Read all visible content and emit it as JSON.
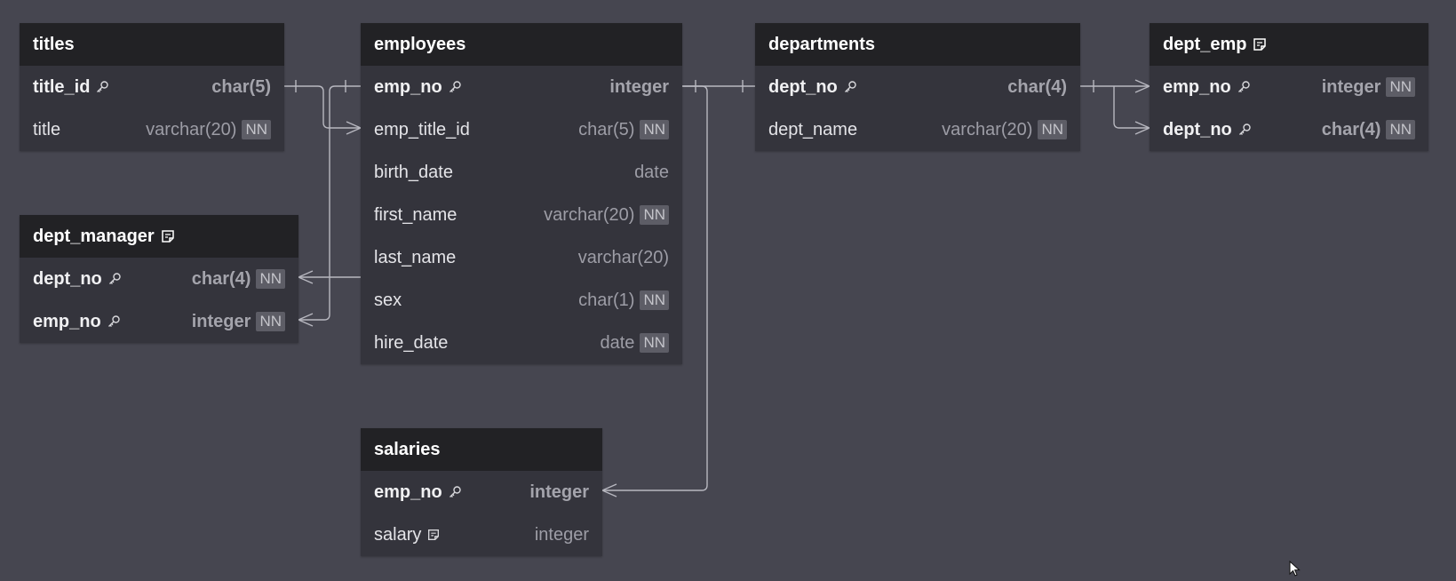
{
  "tables": {
    "titles": {
      "name": "titles",
      "columns": [
        {
          "name": "title_id",
          "type": "char(5)",
          "pk": true,
          "nn": ""
        },
        {
          "name": "title",
          "type": "varchar(20)",
          "pk": false,
          "nn": "NN"
        }
      ]
    },
    "dept_manager": {
      "name": "dept_manager",
      "columns": [
        {
          "name": "dept_no",
          "type": "char(4)",
          "pk": true,
          "nn": "NN"
        },
        {
          "name": "emp_no",
          "type": "integer",
          "pk": true,
          "nn": "NN"
        }
      ]
    },
    "employees": {
      "name": "employees",
      "columns": [
        {
          "name": "emp_no",
          "type": "integer",
          "pk": true,
          "nn": ""
        },
        {
          "name": "emp_title_id",
          "type": "char(5)",
          "pk": false,
          "nn": "NN"
        },
        {
          "name": "birth_date",
          "type": "date",
          "pk": false,
          "nn": ""
        },
        {
          "name": "first_name",
          "type": "varchar(20)",
          "pk": false,
          "nn": "NN"
        },
        {
          "name": "last_name",
          "type": "varchar(20)",
          "pk": false,
          "nn": ""
        },
        {
          "name": "sex",
          "type": "char(1)",
          "pk": false,
          "nn": "NN"
        },
        {
          "name": "hire_date",
          "type": "date",
          "pk": false,
          "nn": "NN"
        }
      ]
    },
    "salaries": {
      "name": "salaries",
      "columns": [
        {
          "name": "emp_no",
          "type": "integer",
          "pk": true,
          "nn": ""
        },
        {
          "name": "salary",
          "type": "integer",
          "pk": false,
          "nn": ""
        }
      ]
    },
    "departments": {
      "name": "departments",
      "columns": [
        {
          "name": "dept_no",
          "type": "char(4)",
          "pk": true,
          "nn": ""
        },
        {
          "name": "dept_name",
          "type": "varchar(20)",
          "pk": false,
          "nn": "NN"
        }
      ]
    },
    "dept_emp": {
      "name": "dept_emp",
      "columns": [
        {
          "name": "emp_no",
          "type": "integer",
          "pk": true,
          "nn": "NN"
        },
        {
          "name": "dept_no",
          "type": "char(4)",
          "pk": true,
          "nn": "NN"
        }
      ]
    }
  },
  "colors": {
    "canvas": "#464650",
    "table_header": "#222225",
    "table_body": "#34343c",
    "link": "#b8b8c0"
  },
  "icons": {
    "primary_key": "key-icon",
    "note": "note-icon",
    "pointer": "cursor-icon"
  }
}
